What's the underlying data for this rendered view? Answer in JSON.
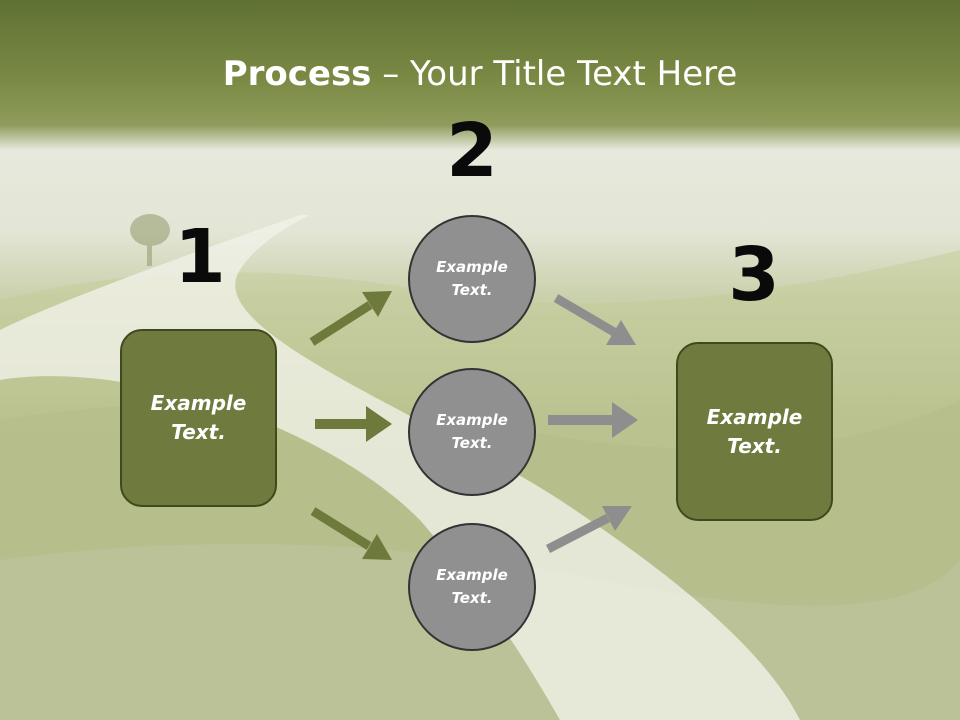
{
  "title": {
    "bold": "Process",
    "rest": " – Your Title Text Here"
  },
  "steps": {
    "one": "1",
    "two": "2",
    "three": "3"
  },
  "left_box": {
    "line1": "Example",
    "line2": "Text."
  },
  "circles": [
    {
      "line1": "Example",
      "line2": "Text."
    },
    {
      "line1": "Example",
      "line2": "Text."
    },
    {
      "line1": "Example",
      "line2": "Text."
    }
  ],
  "right_box": {
    "line1": "Example",
    "line2": "Text."
  },
  "colors": {
    "box_fill": "#6f7b3e",
    "circle_fill": "#909090",
    "green_arrow": "#6e7a3c",
    "gray_arrow": "#8e8e8e"
  }
}
